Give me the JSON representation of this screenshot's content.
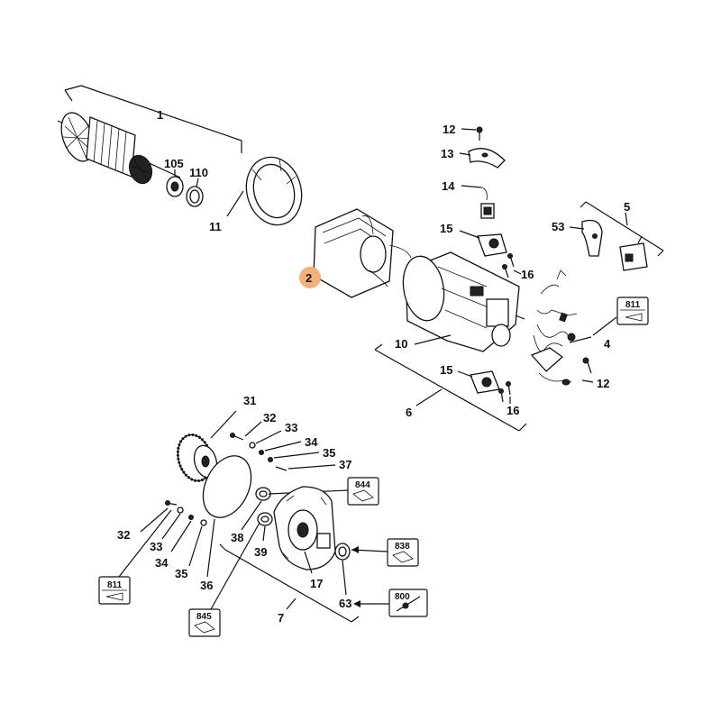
{
  "labels": {
    "p1": "1",
    "p105": "105",
    "p110": "110",
    "p11": "11",
    "p2": "2",
    "p10": "10",
    "p6": "6",
    "p12a": "12",
    "p13": "13",
    "p14": "14",
    "p15a": "15",
    "p16a": "16",
    "p5": "5",
    "p53": "53",
    "p4": "4",
    "p12b": "12",
    "p15b": "15",
    "p16b": "16",
    "p31": "31",
    "p32a": "32",
    "p33a": "33",
    "p34a": "34",
    "p35a": "35",
    "p37": "37",
    "p32b": "32",
    "p33b": "33",
    "p34b": "34",
    "p35b": "35",
    "p36": "36",
    "p38": "38",
    "p39": "39",
    "p17": "17",
    "p63": "63",
    "p7": "7"
  },
  "refs": {
    "r811a": "811",
    "r811b": "811",
    "r844": "844",
    "r838": "838",
    "r845": "845",
    "r800": "800"
  },
  "colors": {
    "highlight": "#F5B07A",
    "ink": "#111111"
  }
}
